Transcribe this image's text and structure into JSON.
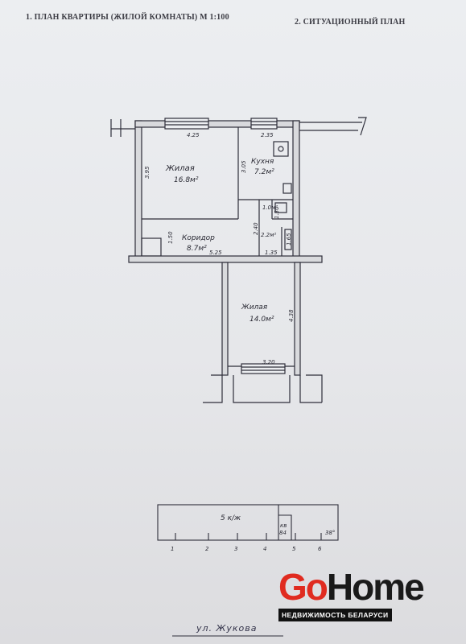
{
  "header": {
    "left_title": "1. ПЛАН КВАРТИРЫ (ЖИЛОЙ КОМНАТЫ) М 1:100",
    "right_title": "2. СИТУАЦИОННЫЙ ПЛАН"
  },
  "rooms": {
    "living1": {
      "name": "Жилая",
      "area": "16.8м²"
    },
    "kitchen": {
      "name": "Кухня",
      "area": "7.2м²"
    },
    "corridor": {
      "name": "Коридор",
      "area": "8.7м²"
    },
    "living2": {
      "name": "Жилая",
      "area": "14.0м²"
    },
    "wc": {
      "area": "1.0м²"
    },
    "bath": {
      "area": "2.2м²"
    }
  },
  "dimensions": {
    "d425": "4.25",
    "d235": "2.35",
    "d395": "3.95",
    "d305": "3.05",
    "d150": "1.50",
    "d240": "2.40",
    "d525": "5.25",
    "d135": "1.35",
    "d438": "4.38",
    "d320": "3.20",
    "d130": "1.30",
    "d165": "1.65"
  },
  "situation": {
    "building_label": "5 к/ж",
    "apt_label": "кв",
    "apt_number": "84",
    "angle": "38°",
    "entrances": [
      "1",
      "2",
      "3",
      "4",
      "5",
      "6"
    ]
  },
  "street_label": "ул. Жукова",
  "logo": {
    "go": "Go",
    "home": "Home",
    "tagline": "НЕДВИЖИМОСТЬ БЕЛАРУСИ",
    "go_color": "#e02b20",
    "home_color": "#1a1a1a"
  }
}
